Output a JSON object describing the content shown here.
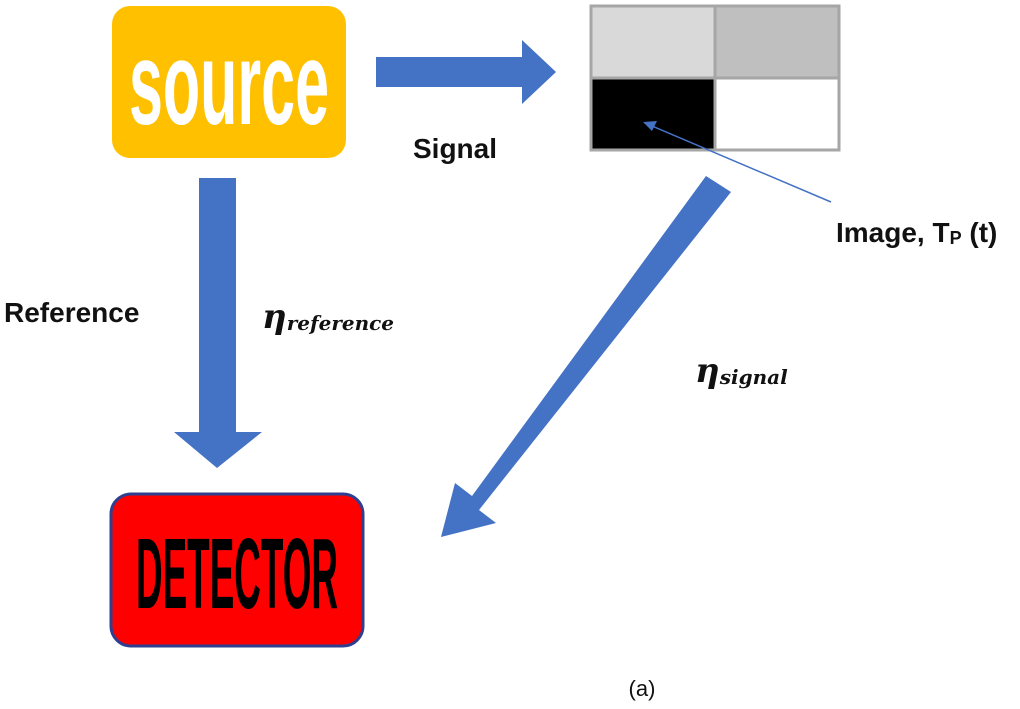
{
  "nodes": {
    "source": {
      "label": "source",
      "fill": "#FFC000",
      "text_color": "#FFFFFF"
    },
    "detector": {
      "label": "DETECTOR",
      "fill": "#FF0000",
      "stroke": "#2F3F8F",
      "text_color": "#000000"
    }
  },
  "image_grid": {
    "cells": [
      {
        "fill": "#D9D9D9"
      },
      {
        "fill": "#BFBFBF"
      },
      {
        "fill": "#000000"
      },
      {
        "fill": "#FFFFFF"
      }
    ],
    "border": "#A6A6A6"
  },
  "arrows": {
    "color": "#4472C4"
  },
  "labels": {
    "signal": "Signal",
    "reference": "Reference",
    "eta": "η",
    "eta_reference_sub": "reference",
    "eta_signal_sub": "signal",
    "image_prefix": "Image, T",
    "image_sub": "P",
    "image_suffix": " (t)",
    "caption": "(a)"
  }
}
